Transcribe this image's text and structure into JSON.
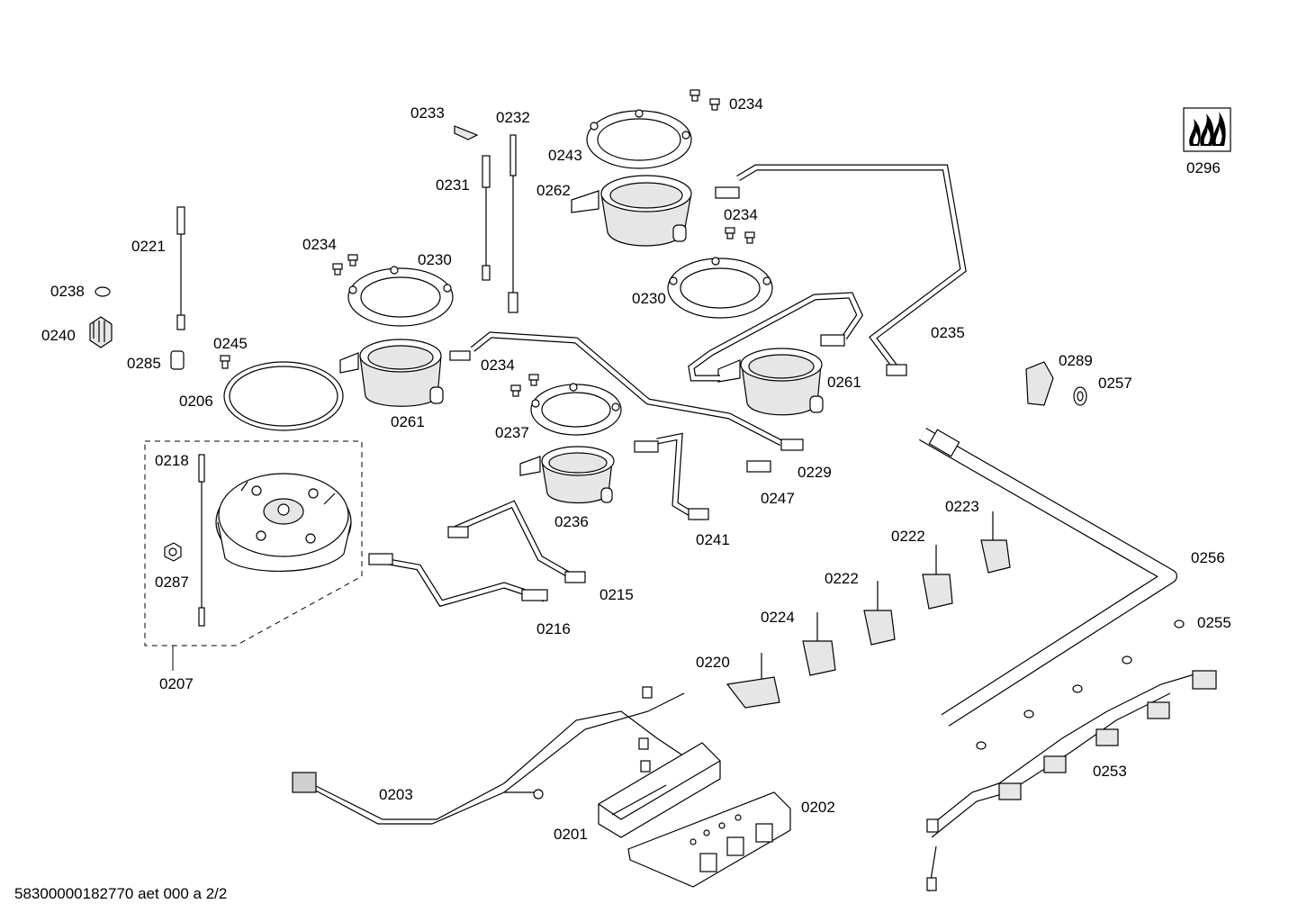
{
  "diagram": {
    "labels": {
      "l0201": "0201",
      "l0202": "0202",
      "l0203": "0203",
      "l0206": "0206",
      "l0207": "0207",
      "l0215": "0215",
      "l0216": "0216",
      "l0218": "0218",
      "l0220": "0220",
      "l0221": "0221",
      "l0222a": "0222",
      "l0222b": "0222",
      "l0223": "0223",
      "l0224": "0224",
      "l0229": "0229",
      "l0230a": "0230",
      "l0230b": "0230",
      "l0231": "0231",
      "l0232": "0232",
      "l0233": "0233",
      "l0234a": "0234",
      "l0234b": "0234",
      "l0234c": "0234",
      "l0234d": "0234",
      "l0235": "0235",
      "l0236": "0236",
      "l0237": "0237",
      "l0238": "0238",
      "l0240": "0240",
      "l0241": "0241",
      "l0243": "0243",
      "l0245": "0245",
      "l0247": "0247",
      "l0253": "0253",
      "l0255": "0255",
      "l0256": "0256",
      "l0257": "0257",
      "l0261a": "0261",
      "l0261b": "0261",
      "l0262": "0262",
      "l0285": "0285",
      "l0287": "0287",
      "l0289": "0289",
      "l0296": "0296"
    },
    "footer": "58300000182770 aet 000 a 2/2"
  }
}
